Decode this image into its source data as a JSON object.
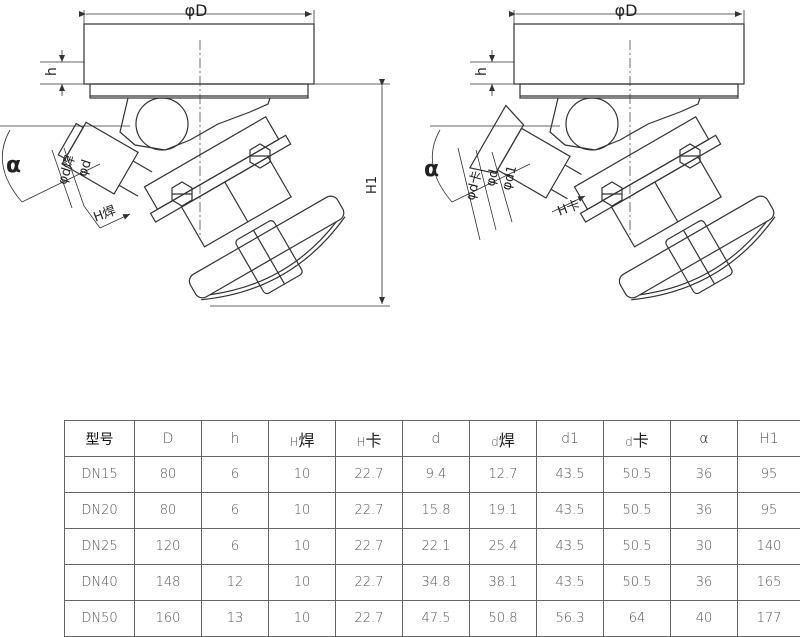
{
  "drawing": {
    "left": {
      "dim_D": "φD",
      "dim_h": "h",
      "dim_alpha": "α",
      "dim_H1": "H1",
      "dim_d_weld": "φd焊",
      "dim_d": "φd",
      "dim_H_weld": "H焊"
    },
    "right": {
      "dim_D": "φD",
      "dim_h": "h",
      "dim_alpha": "α",
      "dim_d_clamp": "φd卡",
      "dim_d": "φd",
      "dim_d1": "φd1",
      "dim_H_clamp": "H卡"
    }
  },
  "table": {
    "headers": [
      {
        "main": "型号",
        "sub": ""
      },
      {
        "main": "D",
        "sub": ""
      },
      {
        "main": "h",
        "sub": ""
      },
      {
        "main": "H",
        "sub": "焊"
      },
      {
        "main": "H",
        "sub": "卡"
      },
      {
        "main": "d",
        "sub": ""
      },
      {
        "main": "d",
        "sub": "焊"
      },
      {
        "main": "d1",
        "sub": ""
      },
      {
        "main": "d",
        "sub": "卡"
      },
      {
        "main": "α",
        "sub": ""
      },
      {
        "main": "H1",
        "sub": ""
      }
    ],
    "rows": [
      [
        "DN15",
        "80",
        "6",
        "10",
        "22.7",
        "9.4",
        "12.7",
        "43.5",
        "50.5",
        "36",
        "95"
      ],
      [
        "DN20",
        "80",
        "6",
        "10",
        "22.7",
        "15.8",
        "19.1",
        "43.5",
        "50.5",
        "36",
        "95"
      ],
      [
        "DN25",
        "120",
        "6",
        "10",
        "22.7",
        "22.1",
        "25.4",
        "43.5",
        "50.5",
        "30",
        "140"
      ],
      [
        "DN40",
        "148",
        "12",
        "10",
        "22.7",
        "34.8",
        "38.1",
        "43.5",
        "50.5",
        "36",
        "165"
      ],
      [
        "DN50",
        "160",
        "13",
        "10",
        "22.7",
        "47.5",
        "50.8",
        "56.3",
        "64",
        "40",
        "177"
      ]
    ]
  }
}
